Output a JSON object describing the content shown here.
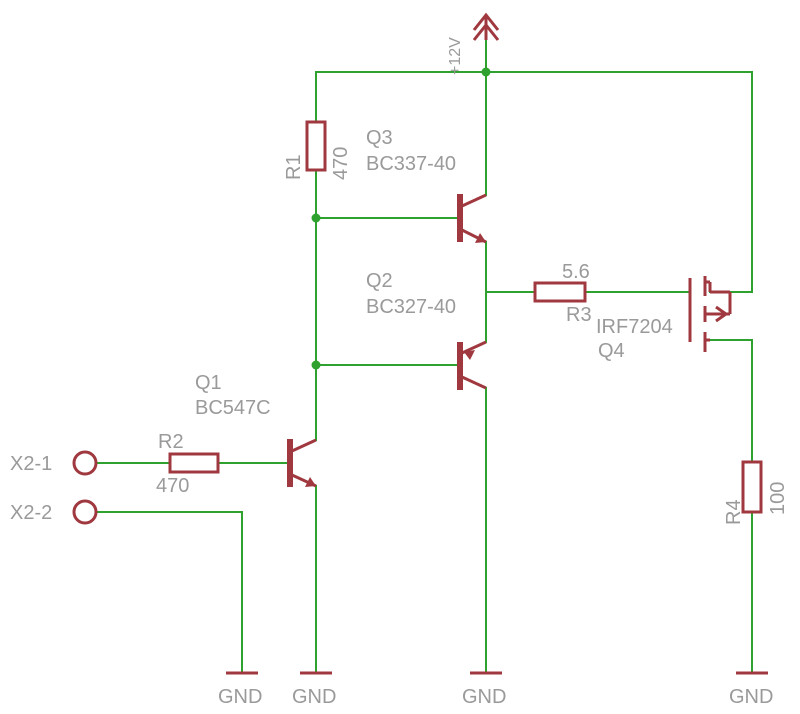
{
  "colors": {
    "wire": "#2ea12e",
    "symbol": "#a0393f",
    "text": "#9a9a9a",
    "background": "#ffffff"
  },
  "supply": {
    "label": "+12V"
  },
  "components": {
    "R1": {
      "name": "R1",
      "value": "470"
    },
    "R2": {
      "name": "R2",
      "value": "470"
    },
    "R3": {
      "name": "R3",
      "value": "5.6"
    },
    "R4": {
      "name": "R4",
      "value": "100"
    },
    "Q1": {
      "name": "Q1",
      "part": "BC547C"
    },
    "Q2": {
      "name": "Q2",
      "part": "BC327-40"
    },
    "Q3": {
      "name": "Q3",
      "part": "BC337-40"
    },
    "Q4": {
      "name": "Q4",
      "part": "IRF7204"
    }
  },
  "connectors": {
    "x2_1": "X2-1",
    "x2_2": "X2-2"
  },
  "grounds": [
    "GND",
    "GND",
    "GND",
    "GND"
  ]
}
